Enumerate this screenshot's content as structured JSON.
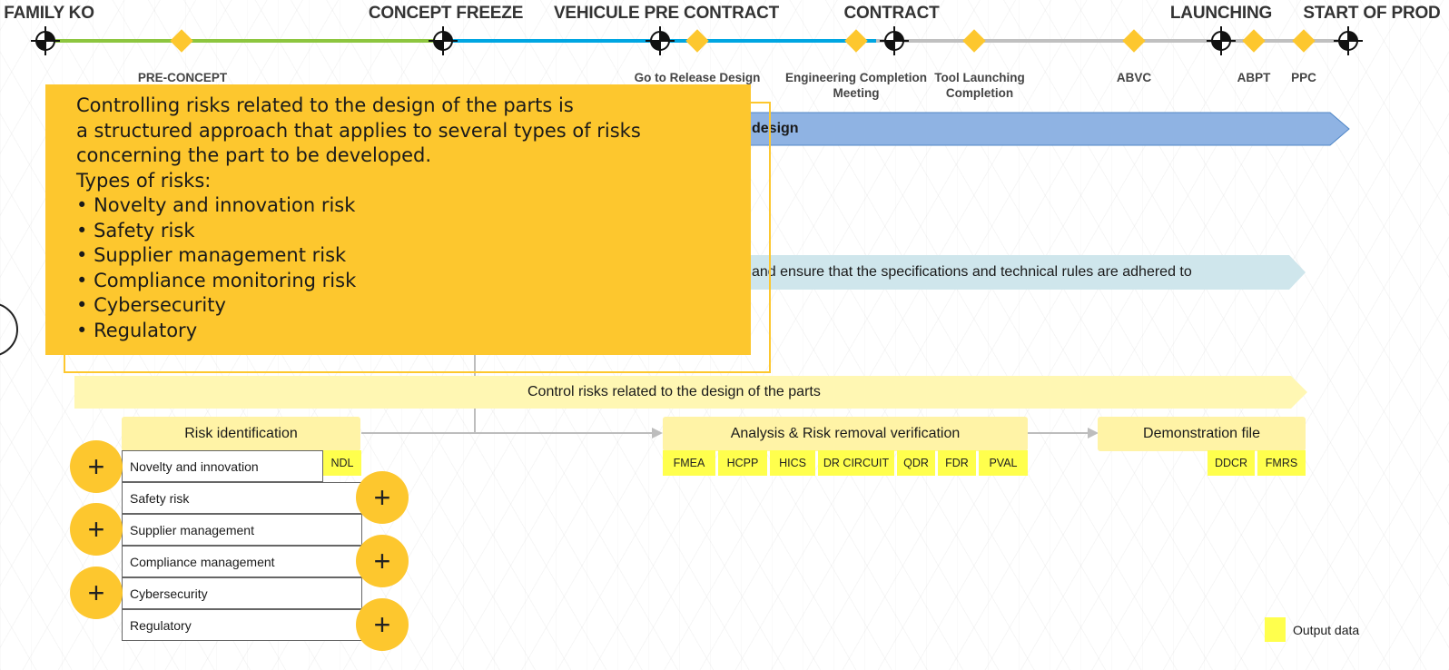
{
  "milestones": {
    "family_ko": "FAMILY KO",
    "concept_freeze": "CONCEPT FREEZE",
    "vehicule_pre_contract": "VEHICULE PRE CONTRACT",
    "contract": "CONTRACT",
    "launching": "LAUNCHING",
    "start_of_prod": "START OF PROD"
  },
  "events": {
    "pre_concept": "PRE-CONCEPT",
    "go_release": "Go to Release Design",
    "eng_completion_1": "Engineering Completion",
    "eng_completion_2": "Meeting",
    "tool_launching_1": "Tool Launching",
    "tool_launching_2": "Completion",
    "abvc": "ABVC",
    "abpt": "ABPT",
    "ppc": "PPC"
  },
  "bands": {
    "blue_partial": "design",
    "lightblue_partial": "and ensure that the specifications and technical rules are adhered to",
    "control": "Control risks related to the design of the parts"
  },
  "callout": {
    "line1": "Controlling risks related to the design of the parts is",
    "line2": "a structured approach that applies to several types of risks",
    "line3": "concerning the part to be developed.",
    "line4": "Types of risks:",
    "items": [
      "Novelty and innovation risk",
      "Safety risk",
      "Supplier management risk",
      "Compliance monitoring risk",
      "Cybersecurity",
      "Regulatory"
    ]
  },
  "steps": {
    "risk_identification": "Risk identification",
    "analysis": "Analysis & Risk removal verification",
    "demonstration": "Demonstration file"
  },
  "risks": [
    "Novelty and innovation",
    "Safety risk",
    "Supplier management",
    "Compliance management",
    "Cybersecurity",
    "Regulatory"
  ],
  "tags": {
    "ndl": "NDL",
    "analysis": [
      "FMEA",
      "HCPP",
      "HICS",
      "DR CIRCUIT",
      "QDR",
      "FDR",
      "PVAL"
    ],
    "demonstration": [
      "DDCR",
      "FMRS"
    ]
  },
  "plus_symbol": "+",
  "legend": {
    "output_data": "Output data"
  },
  "colors": {
    "accent_yellow": "#fdc72e",
    "green_line": "#8dc63f",
    "blue_line": "#00a6e2",
    "grey_line": "#c0c0c0",
    "blue_band": "#8fb3e3",
    "lightblue_band": "#cfe6ec",
    "control_band": "#fff7b3",
    "tag_yellow": "#ffff4d"
  }
}
